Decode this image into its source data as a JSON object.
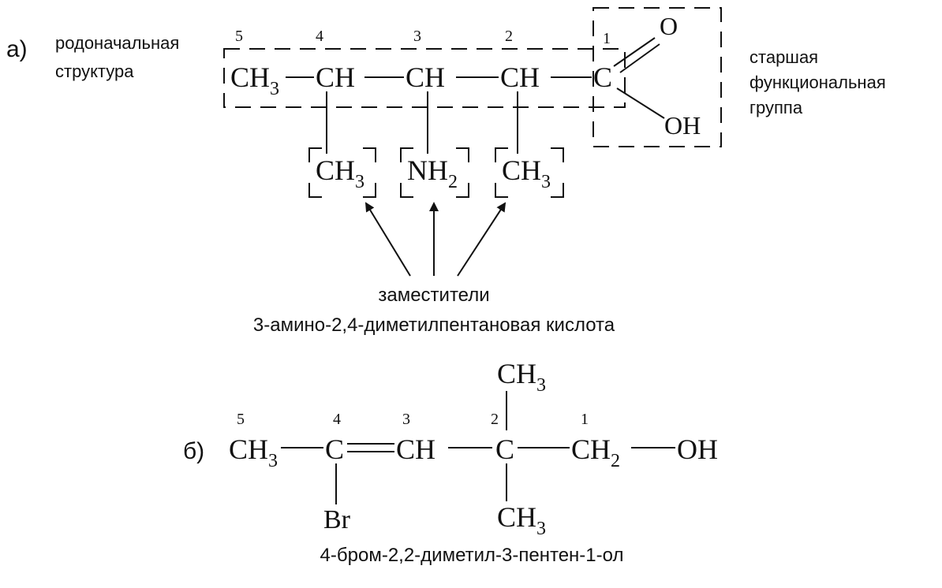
{
  "part_a": {
    "marker": "а)",
    "parent_structure_label": [
      "родоначальная",
      "структура"
    ],
    "senior_group_label": [
      "старшая",
      "функциональная",
      "группа"
    ],
    "numbers": [
      "5",
      "4",
      "3",
      "2",
      "1"
    ],
    "chain": [
      "CH",
      "CH",
      "CH",
      "CH",
      "C"
    ],
    "ch3_sub": "3",
    "o_atom": "O",
    "oh_group": "OH",
    "substituents": [
      {
        "main": "CH",
        "sub": "3"
      },
      {
        "main": "NH",
        "sub": "2"
      },
      {
        "main": "CH",
        "sub": "3"
      }
    ],
    "substituents_label": "заместители",
    "name": "3-амино-2,4-диметилпентановая кислота"
  },
  "part_b": {
    "marker": "б)",
    "numbers": [
      "5",
      "4",
      "3",
      "2",
      "1"
    ],
    "ch3_left": {
      "main": "CH",
      "sub": "3"
    },
    "c4": "C",
    "ch3_pos": "CH",
    "c2": "C",
    "ch2": {
      "main": "CH",
      "sub": "2"
    },
    "oh": "OH",
    "br": "Br",
    "methyl_top": {
      "main": "CH",
      "sub": "3"
    },
    "methyl_bottom": {
      "main": "CH",
      "sub": "3"
    },
    "name": "4-бром-2,2-диметил-3-пентен-1-ол"
  }
}
